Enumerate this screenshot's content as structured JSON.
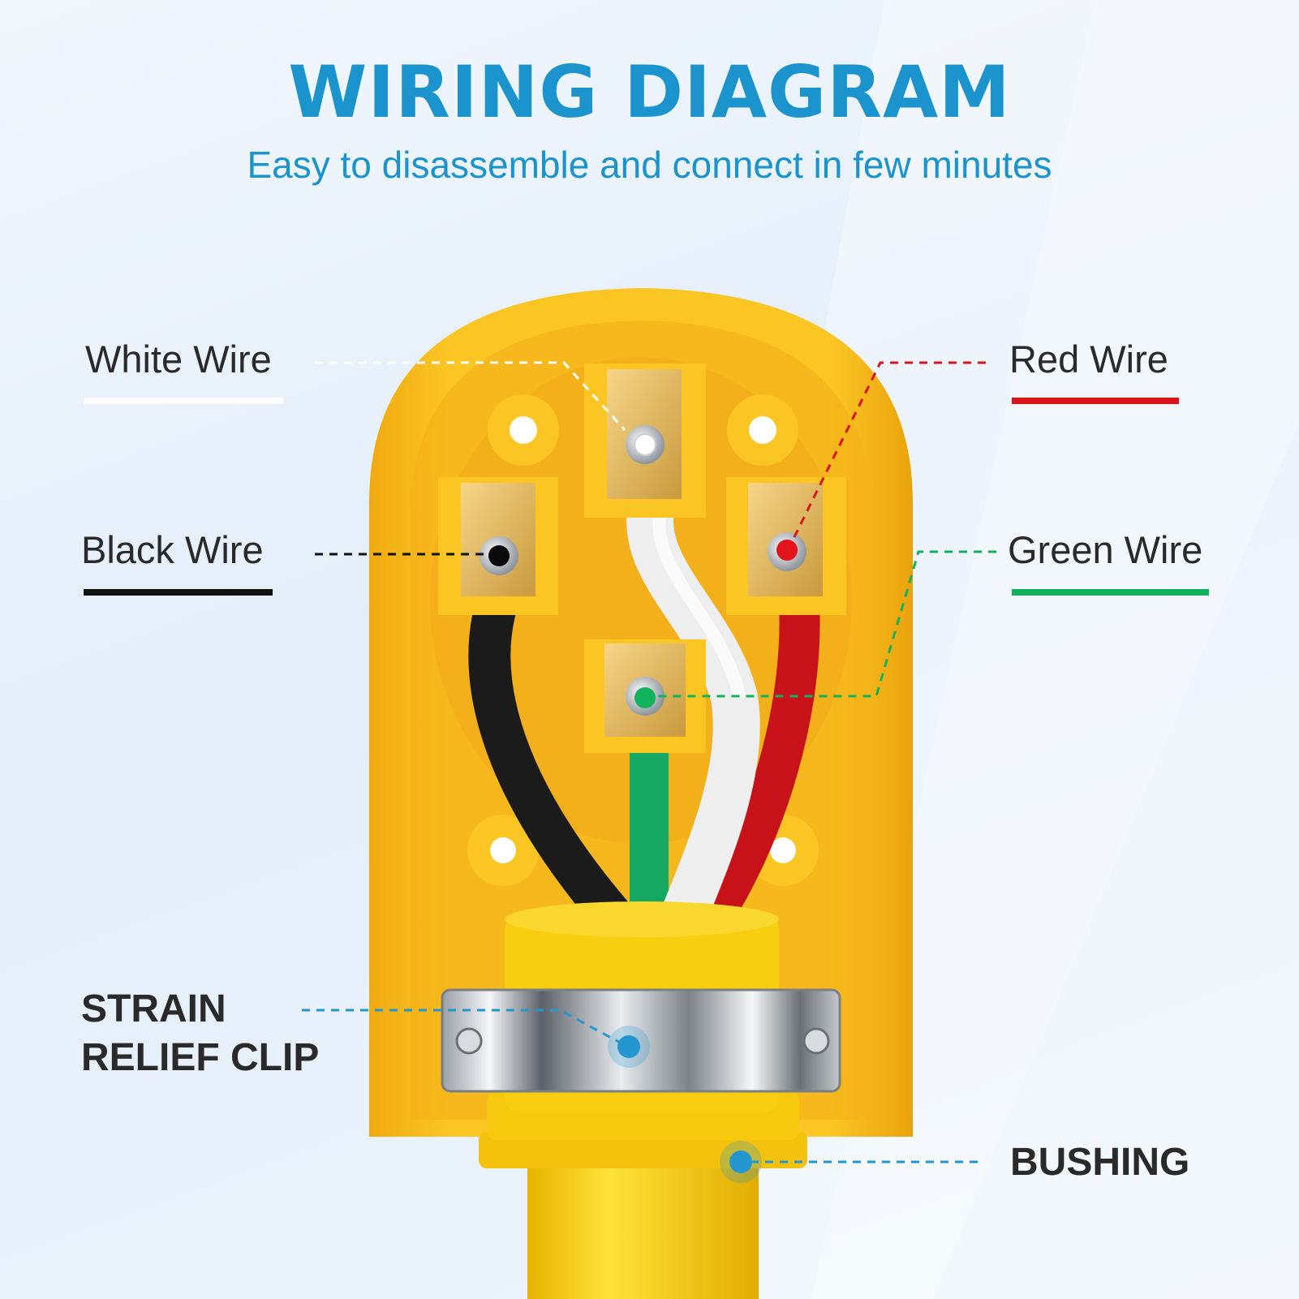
{
  "header": {
    "title": "WIRING DIAGRAM",
    "subtitle": "Easy to disassemble and connect in few minutes"
  },
  "labels": {
    "white_wire": "White Wire",
    "red_wire": "Red Wire",
    "black_wire": "Black Wire",
    "green_wire": "Green Wire",
    "strain_relief_line1": "STRAIN",
    "strain_relief_line2": "RELIEF CLIP",
    "bushing": "BUSHING"
  },
  "colors": {
    "accent": "#1b93cc",
    "white_wire": "#ffffff",
    "red_wire": "#d8141c",
    "black_wire": "#111111",
    "green_wire": "#12b25c",
    "pointer_blue": "#2496cf",
    "plug_body": "#f7c01a"
  }
}
